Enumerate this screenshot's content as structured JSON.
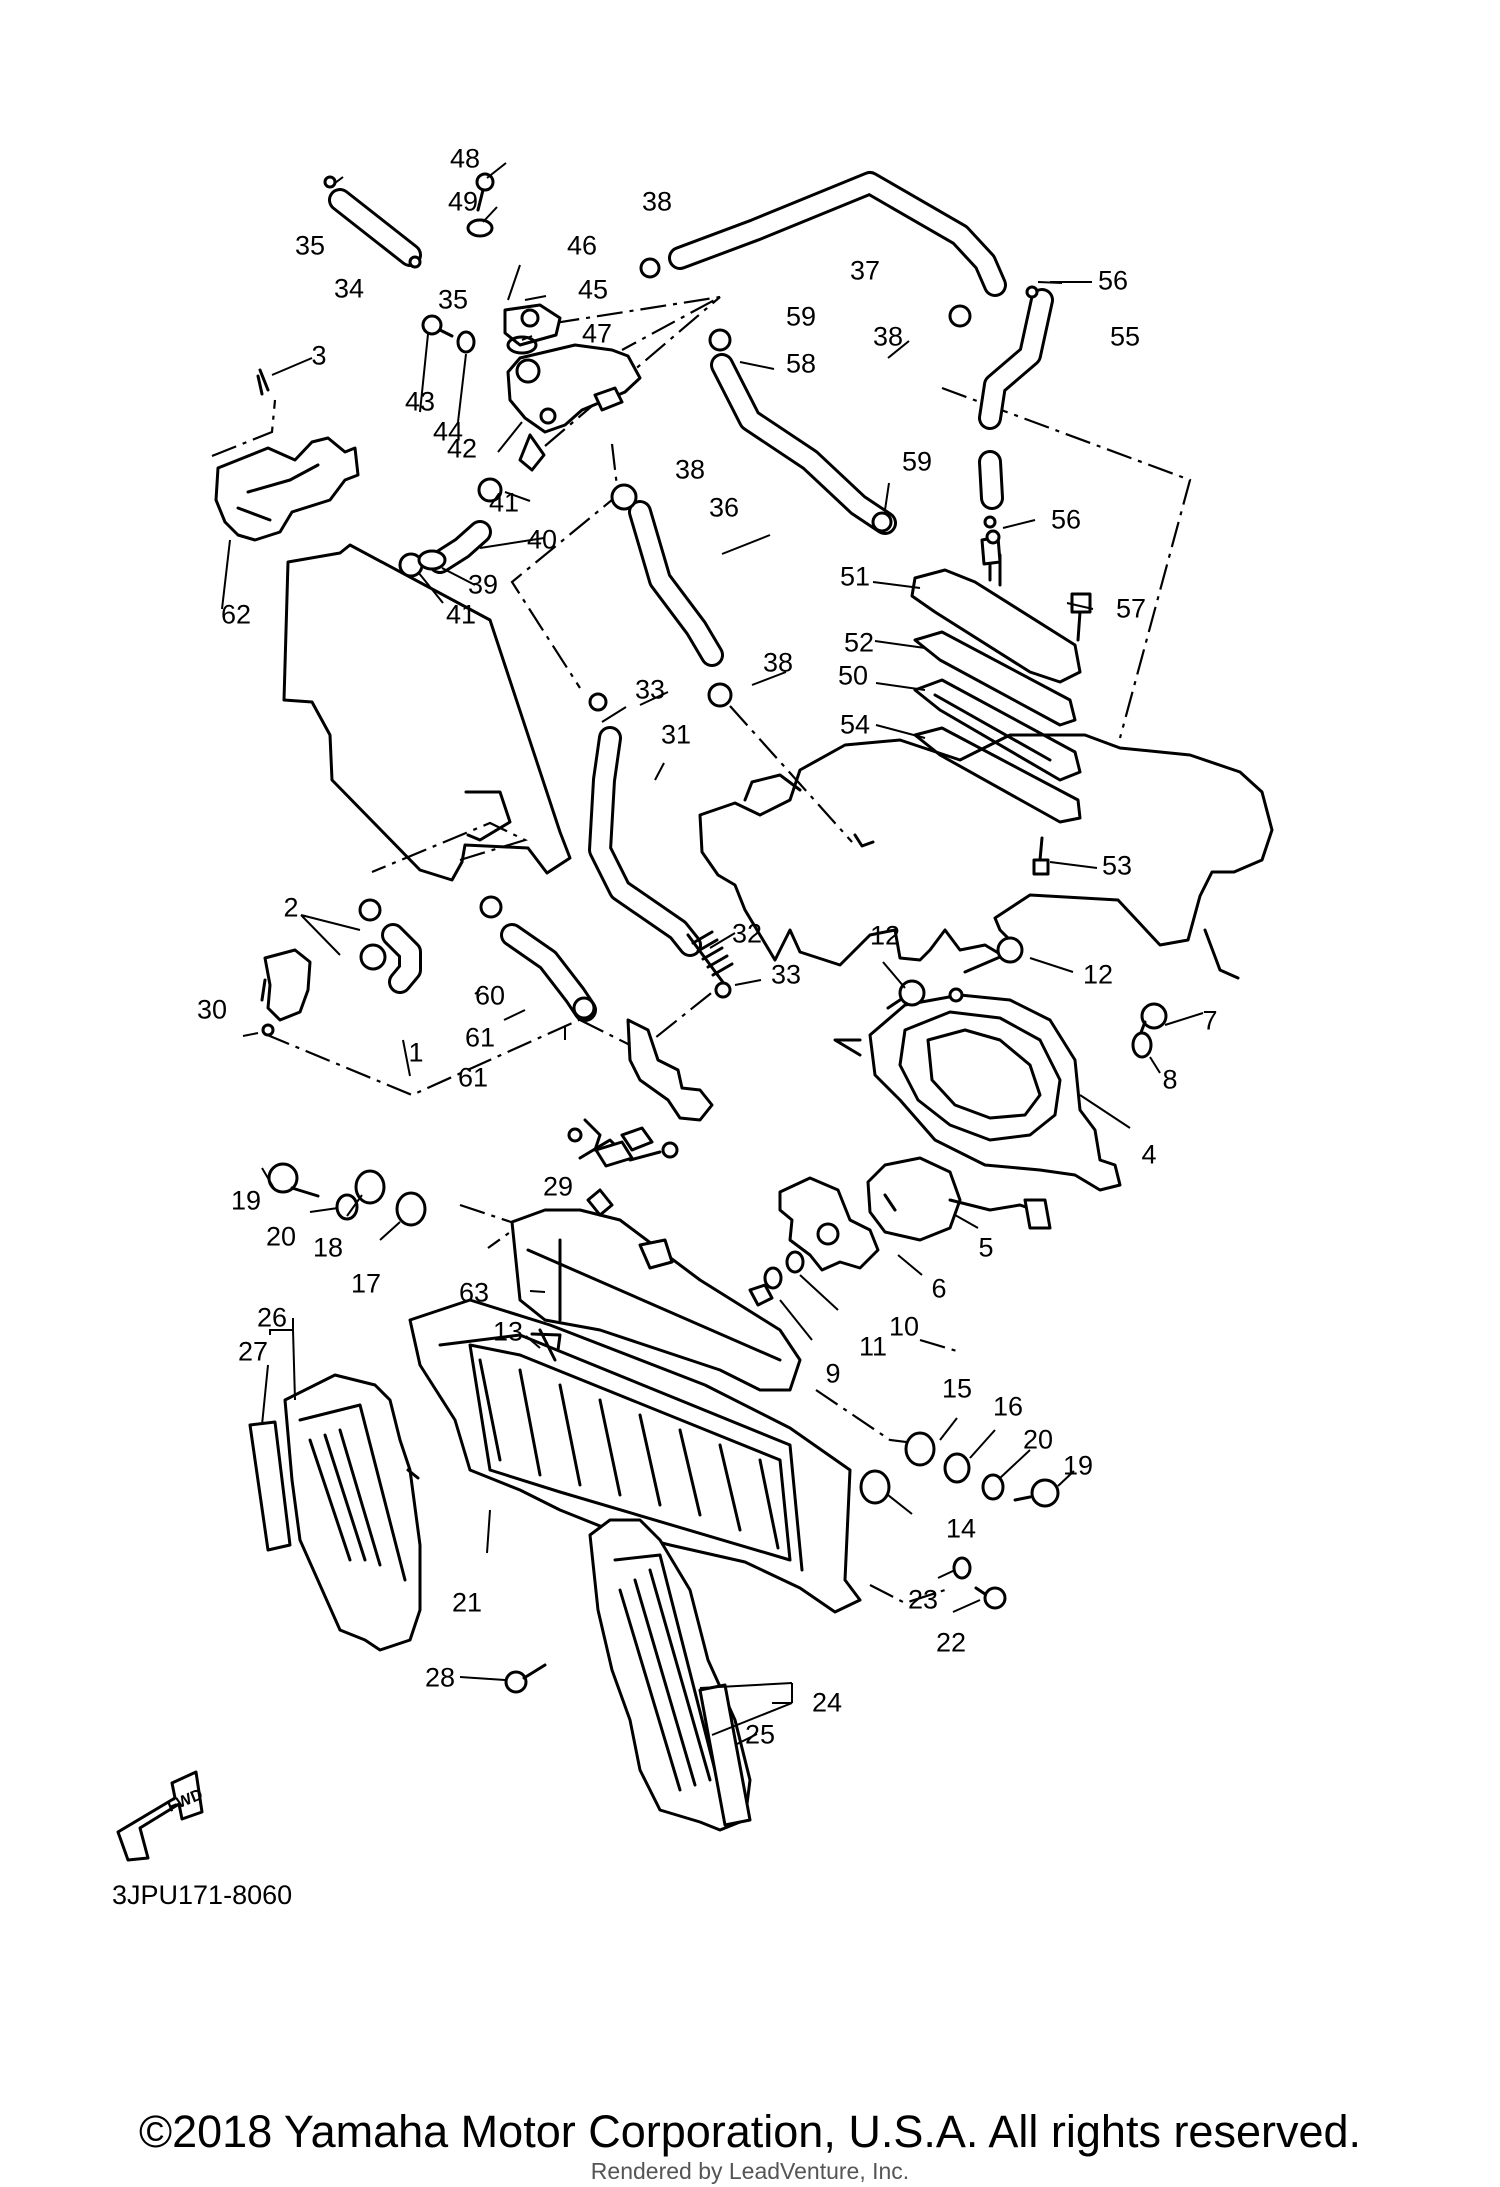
{
  "diagram": {
    "callouts": [
      "1",
      "2",
      "3",
      "4",
      "5",
      "6",
      "7",
      "8",
      "9",
      "10",
      "11",
      "12",
      "12",
      "13",
      "14",
      "15",
      "16",
      "17",
      "18",
      "19",
      "19",
      "20",
      "20",
      "21",
      "22",
      "23",
      "24",
      "25",
      "26",
      "27",
      "28",
      "29",
      "30",
      "31",
      "32",
      "33",
      "33",
      "34",
      "35",
      "35",
      "36",
      "37",
      "38",
      "38",
      "38",
      "38",
      "39",
      "40",
      "41",
      "41",
      "42",
      "43",
      "44",
      "45",
      "46",
      "47",
      "48",
      "49",
      "50",
      "51",
      "52",
      "53",
      "54",
      "55",
      "56",
      "56",
      "57",
      "58",
      "59",
      "59",
      "60",
      "61",
      "61",
      "62",
      "63"
    ],
    "direction_label": "FWD",
    "diagram_code": "3JPU171-8060"
  },
  "footer": {
    "copyright": "©2018 Yamaha Motor Corporation, U.S.A. All rights reserved.",
    "rendered_by": "Rendered by LeadVenture, Inc."
  }
}
